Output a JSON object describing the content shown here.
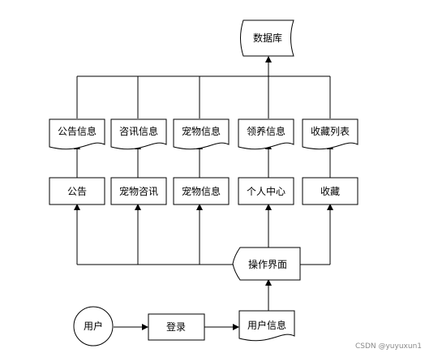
{
  "nodes": {
    "database": "数据库",
    "doc_announcement_info": "公告信息",
    "doc_news_info": "咨讯信息",
    "doc_pet_info": "宠物信息",
    "doc_adoption_info": "领养信息",
    "doc_favorites_list": "收藏列表",
    "proc_announcement": "公告",
    "proc_pet_news": "宠物咨讯",
    "proc_pet_info": "宠物信息",
    "proc_personal_center": "个人中心",
    "proc_favorites": "收藏",
    "operation_interface": "操作界面",
    "user": "用户",
    "login": "登录",
    "user_info": "用户信息"
  },
  "watermark": "CSDN @yuyuxun1"
}
